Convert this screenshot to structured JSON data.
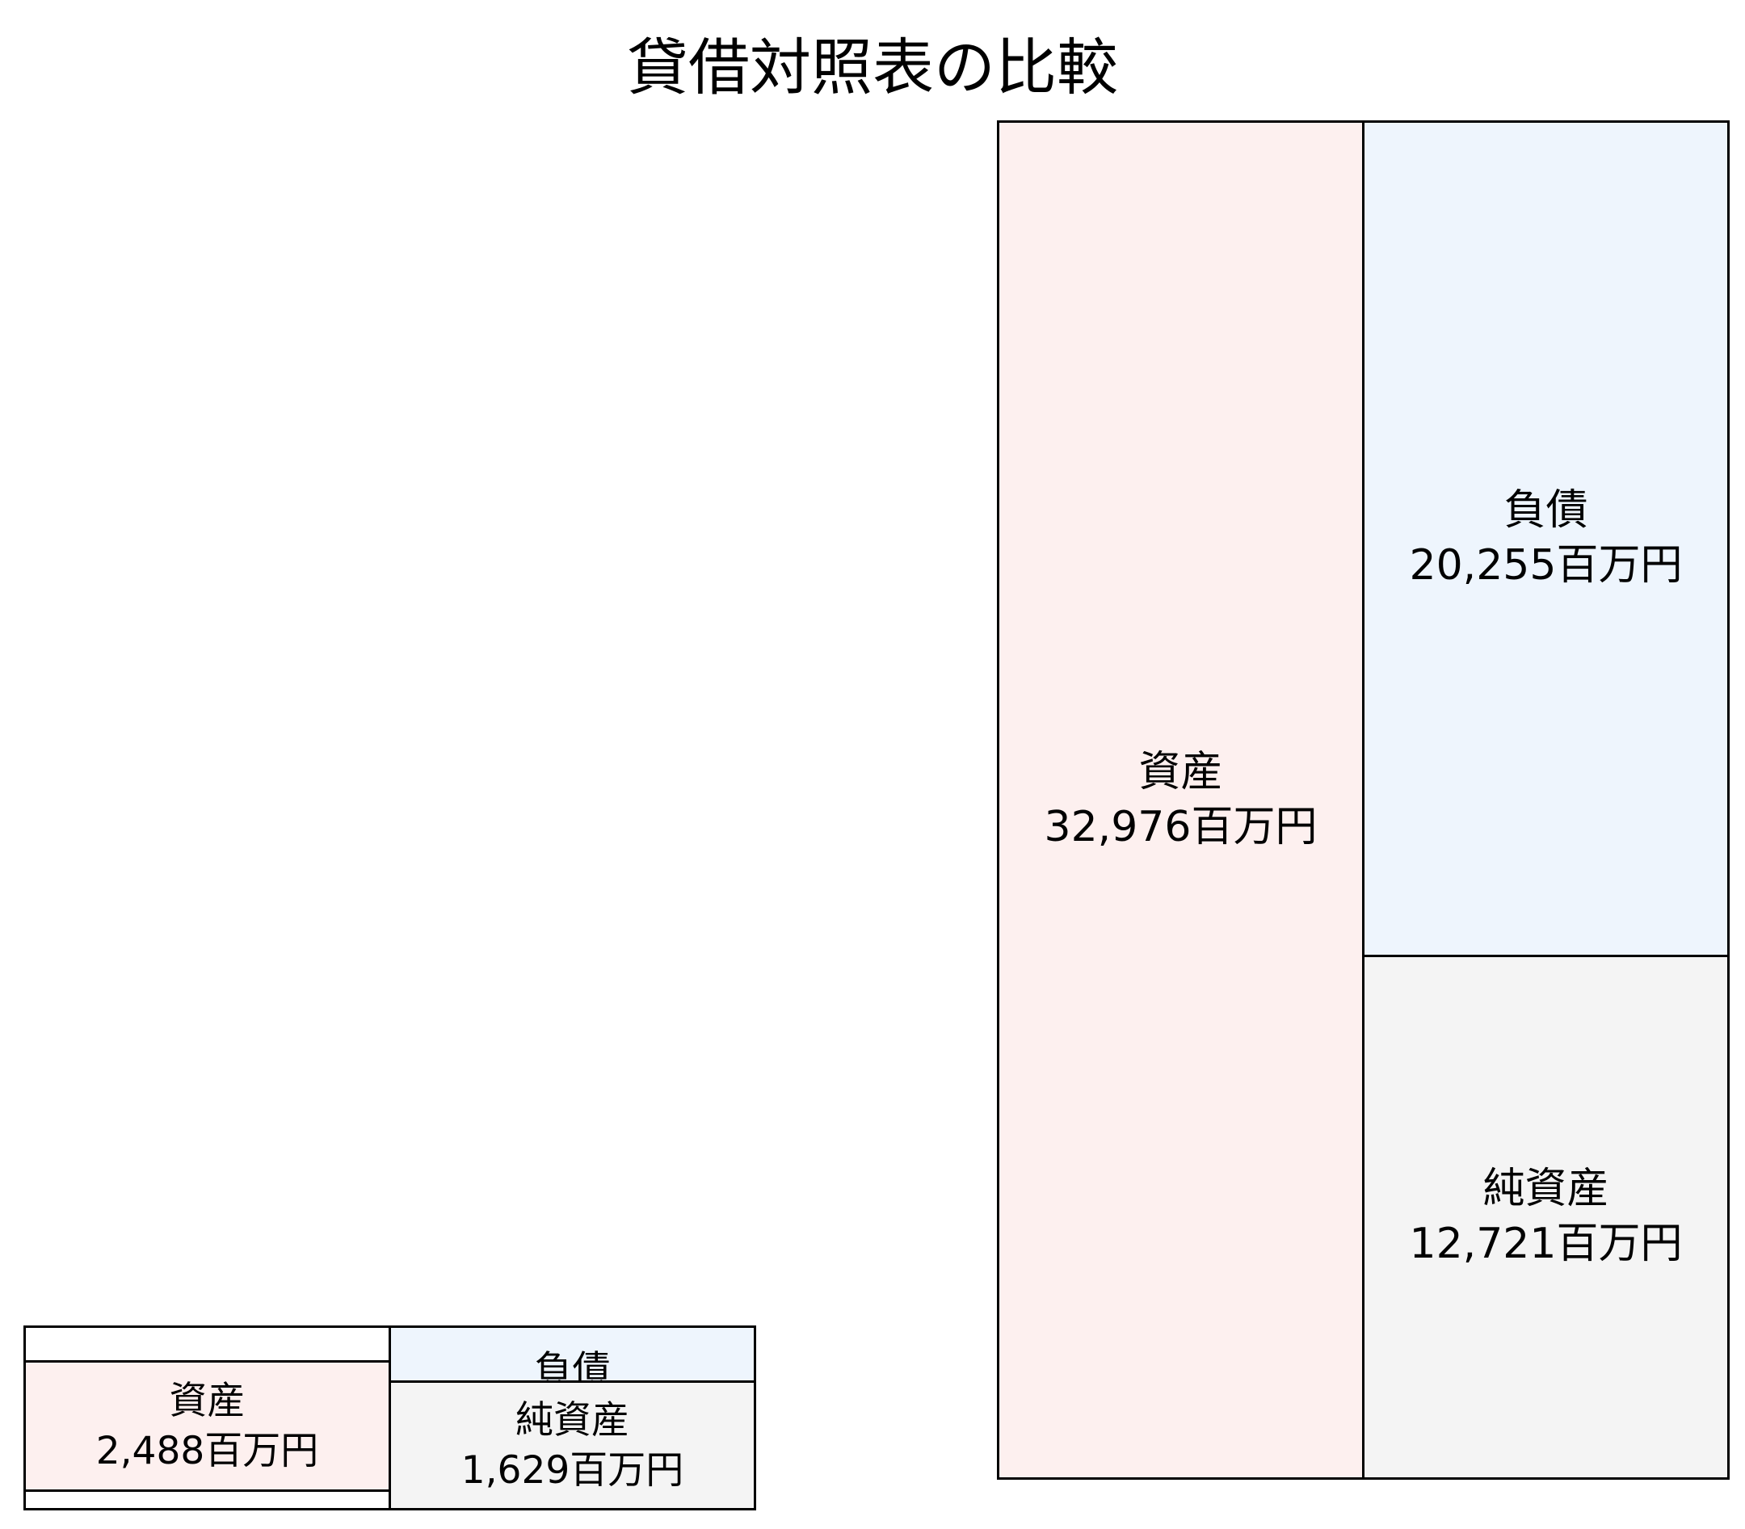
{
  "title": "貸借対照表の比較",
  "colors": {
    "assets": "#fdf0ef",
    "liabilities": "#eef5fd",
    "net_assets": "#f4f4f4",
    "border": "#000000"
  },
  "small": {
    "assets": {
      "label": "資産",
      "value": "2,488百万円"
    },
    "liabilities": {
      "label": "負債"
    },
    "net_assets": {
      "label": "純資産",
      "value": "1,629百万円"
    }
  },
  "large": {
    "assets": {
      "label": "資産",
      "value": "32,976百万円"
    },
    "liabilities": {
      "label": "負債",
      "value": "20,255百万円"
    },
    "net_assets": {
      "label": "純資産",
      "value": "12,721百万円"
    }
  }
}
